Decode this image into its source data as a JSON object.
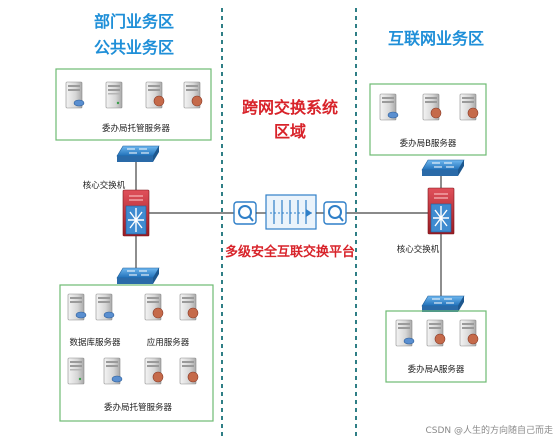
{
  "titles": {
    "dept_line1": "部门业务区",
    "dept_line2": "公共业务区",
    "internet_zone": "互联网业务区",
    "cross_line1": "跨网交换系统",
    "cross_line2": "区域",
    "platform": "多级安全互联交换平台"
  },
  "labels": {
    "left_top_servers": "委办局托管服务器",
    "left_core_switch": "核心交换机",
    "db_server": "数据库服务器",
    "app_server": "应用服务器",
    "left_bottom_servers": "委办局托管服务器",
    "right_top_servers": "委办局B服务器",
    "right_core_switch": "核心交换机",
    "right_bottom_servers": "委办局A服务器"
  },
  "watermark": "CSDN @人生的方向随自己而走",
  "colors": {
    "title_blue": "#1f8fd8",
    "title_red": "#d8232a",
    "box_green": "#6dbb73",
    "divider_teal": "#2f7f86",
    "switch_blue": "#2f7fc8",
    "core_red": "#c8323a"
  }
}
